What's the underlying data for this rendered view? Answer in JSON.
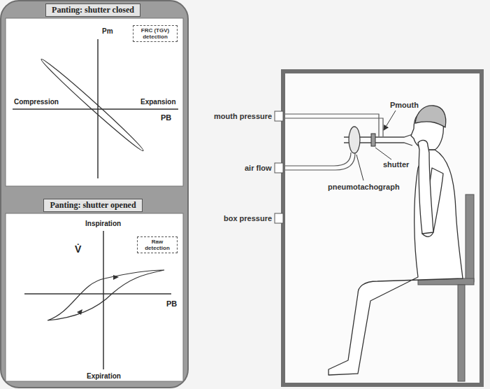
{
  "diagram": {
    "nodes": [
      {
        "text": [
          "Panting: shutter closed"
        ]
      },
      {
        "text": [
          "FRC (TGV) detection"
        ]
      },
      {
        "text": [
          "Panting: shutter opened"
        ]
      },
      {
        "text": [
          "Raw detection"
        ]
      }
    ],
    "labels": [
      "Pm",
      "Compression",
      "Expansion",
      "PB",
      "Inspiration",
      "V̇",
      "PB",
      "Expiration",
      "mouth pressure",
      "air flow",
      "box pressure",
      "Pmouth",
      "shutter",
      "pneumotachograph"
    ]
  }
}
